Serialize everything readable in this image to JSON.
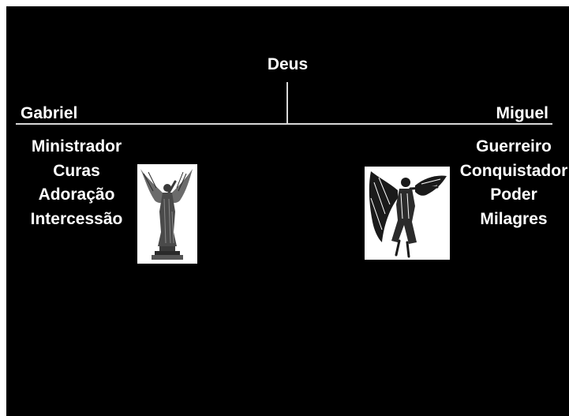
{
  "diagram": {
    "top_node": "Deus",
    "left": {
      "name": "Gabriel",
      "attributes": [
        "Ministrador",
        "Curas",
        "Adoração",
        "Intercessão"
      ]
    },
    "right": {
      "name": "Miguel",
      "attributes": [
        "Guerreiro",
        "Conquistador",
        "Poder",
        "Milagres"
      ]
    }
  },
  "colors": {
    "background": "#000000",
    "text": "#ffffff",
    "line": "#d8d8d8"
  },
  "icons": {
    "left_picture": "angel-statue-icon",
    "right_picture": "warrior-angel-icon"
  }
}
